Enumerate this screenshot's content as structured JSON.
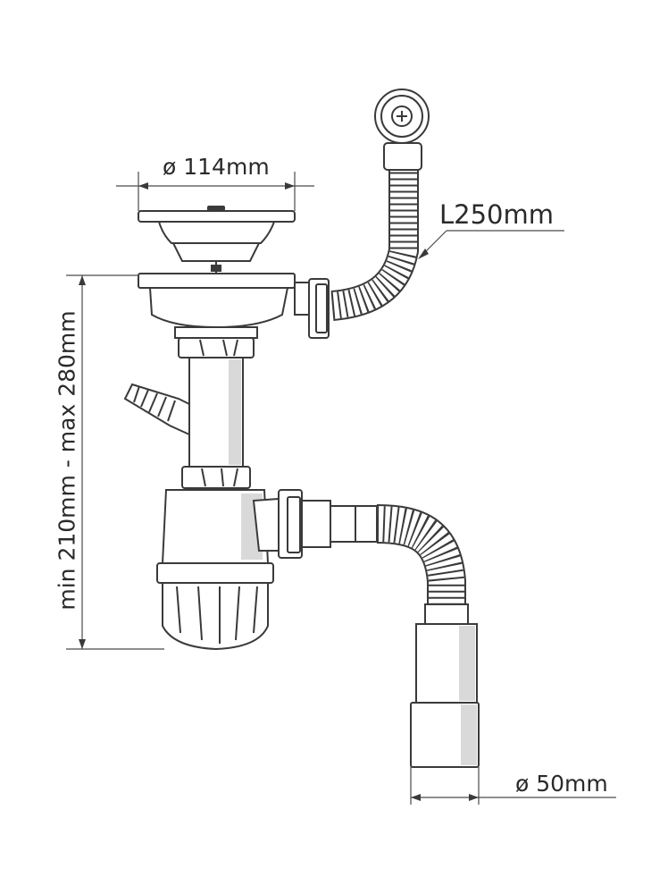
{
  "dimensions": {
    "strainer_diameter": "ø 114mm",
    "overflow_hose_length": "L250mm",
    "outlet_diameter": "ø 50mm",
    "height_range": "min 210mm - max 280mm"
  }
}
